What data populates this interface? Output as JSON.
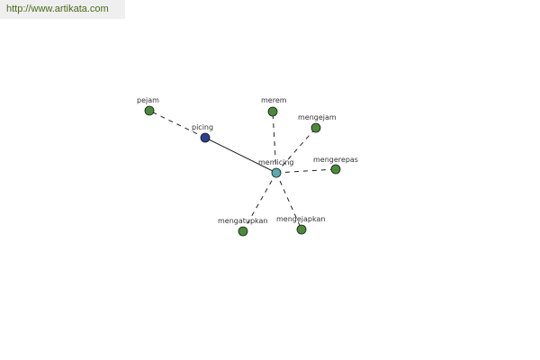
{
  "header": {
    "url": "http://www.artikata.com"
  },
  "colors": {
    "leaf_node": "#4a8a3a",
    "center_node": "#5aaab0",
    "secondary_node": "#2d3f8f",
    "edge": "#222222"
  },
  "graph": {
    "center": "memicing",
    "nodes": [
      {
        "id": "memicing",
        "label": "memicing",
        "kind": "center"
      },
      {
        "id": "picing",
        "label": "picing",
        "kind": "secondary"
      },
      {
        "id": "pejam",
        "label": "pejam",
        "kind": "leaf"
      },
      {
        "id": "merem",
        "label": "merem",
        "kind": "leaf"
      },
      {
        "id": "mengejam",
        "label": "mengejam",
        "kind": "leaf"
      },
      {
        "id": "mengerepas",
        "label": "mengerepas",
        "kind": "leaf"
      },
      {
        "id": "mengejapkan",
        "label": "mengejapkan",
        "kind": "leaf"
      },
      {
        "id": "mengatupkan",
        "label": "mengatupkan",
        "kind": "leaf"
      }
    ],
    "edges": [
      {
        "from": "memicing",
        "to": "picing",
        "style": "solid"
      },
      {
        "from": "picing",
        "to": "pejam",
        "style": "dashed"
      },
      {
        "from": "memicing",
        "to": "merem",
        "style": "dashed"
      },
      {
        "from": "memicing",
        "to": "mengejam",
        "style": "dashed"
      },
      {
        "from": "memicing",
        "to": "mengerepas",
        "style": "dashed"
      },
      {
        "from": "memicing",
        "to": "mengejapkan",
        "style": "dashed"
      },
      {
        "from": "memicing",
        "to": "mengatupkan",
        "style": "dashed"
      }
    ]
  }
}
